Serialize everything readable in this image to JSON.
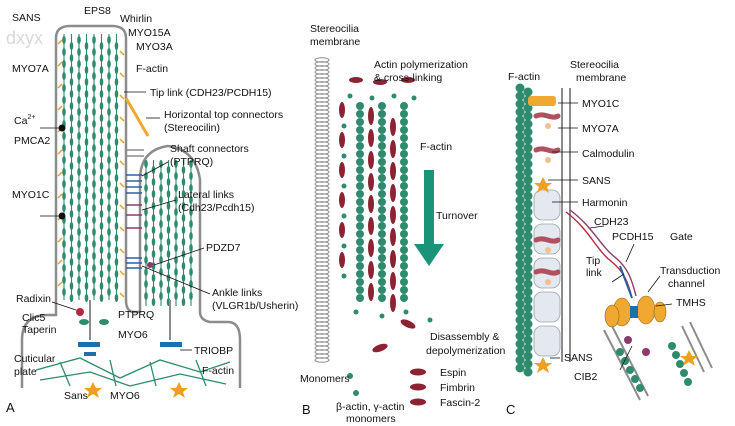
{
  "watermark": "dxyx",
  "panel_a": {
    "letter": "A",
    "labels": {
      "sans_top": "SANS",
      "eps8": "EPS8",
      "whirlin": "Whirlin",
      "myo15a": "MYO15A",
      "myo3a": "MYO3A",
      "myo7a": "MYO7A",
      "factin": "F-actin",
      "tip_link": "Tip link (CDH23/PCDH15)",
      "htc_1": "Horizontal top connectors",
      "htc_2": "(Stereocilin)",
      "ca": "Ca",
      "ca_sup": "2+",
      "pmca2": "PMCA2",
      "shaft_1": "Shaft connectors",
      "shaft_2": "(PTPRQ)",
      "myo1c": "MYO1C",
      "lateral_1": "Lateral links",
      "lateral_2": "(Cdh23/Pcdh15)",
      "pdzd7": "PDZD7",
      "ankle_1": "Ankle links",
      "ankle_2": "(VLGR1b/Usherin)",
      "radixin": "Radixin",
      "clic5": "Clic5",
      "taperin": "Taperin",
      "ptprq": "PTPRQ",
      "myo6": "MYO6",
      "triobp": "TRIOBP",
      "cuticular_1": "Cuticular",
      "cuticular_2": "plate",
      "factin_bottom": "F-actin",
      "sans_bottom": "Sans",
      "myo6_bottom": "MYO6"
    }
  },
  "panel_b": {
    "letter": "B",
    "labels": {
      "membrane_1": "Stereocilia",
      "membrane_2": "membrane",
      "poly_1": "Actin polymerization",
      "poly_2": "& cross-linking",
      "factin": "F-actin",
      "turnover": "Turnover",
      "disassembly_1": "Disassembly &",
      "disassembly_2": "depolymerization",
      "monomers": "Monomers",
      "espin": "Espin",
      "fimbrin": "Fimbrin",
      "fascin": "Fascin-2",
      "beta_1": "β-actin, γ-actin",
      "beta_2": "monomers"
    }
  },
  "panel_c": {
    "letter": "C",
    "labels": {
      "factin": "F-actin",
      "membrane_1": "Stereocilia",
      "membrane_2": "membrane",
      "myo1c": "MYO1C",
      "myo7a": "MYO7A",
      "calmodulin": "Calmodulin",
      "sans": "SANS",
      "harmonin": "Harmonin",
      "cdh23": "CDH23",
      "pcdh15": "PCDH15",
      "gate": "Gate",
      "tip_1": "Tip",
      "tip_2": "link",
      "transduction_1": "Transduction",
      "transduction_2": "channel",
      "tmhs": "TMHS",
      "sans_bottom": "SANS",
      "cib2": "CIB2"
    }
  },
  "colors": {
    "actin_teal": "#2e8b6e",
    "crosslink_red": "#8b2332",
    "membrane_gray": "#8c8c8c",
    "sans_orange": "#f0a020",
    "channel_orange": "#f0a830",
    "link_blue": "#2a5fa8",
    "turnover_arrow": "#1a9478",
    "link_purple": "#8b3a6a"
  }
}
